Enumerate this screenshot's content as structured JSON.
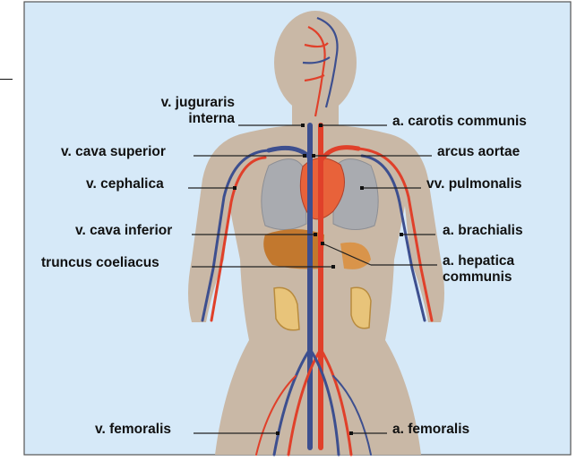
{
  "labels": {
    "v_jugularis": [
      "v. juguraris",
      "interna"
    ],
    "a_carotis": "a. carotis communis",
    "v_cava_superior": "v. cava superior",
    "arcus_aortae": "arcus aortae",
    "v_cephalica": "v. cephalica",
    "vv_pulmonalis": "vv. pulmonalis",
    "v_cava_inferior": "v. cava inferior",
    "a_brachialis": "a. brachialis",
    "truncus_coeliacus": "truncus coeliacus",
    "a_hepatica": [
      "a. hepatica",
      "communis"
    ],
    "v_femoralis": "v. femoralis",
    "a_femoralis": "a. femoralis"
  },
  "colors": {
    "panel": "#d6e9f8",
    "body": "#c9b8a6",
    "artery": "#e0402a",
    "vein": "#3d4f8f",
    "lung": "#a9abb0",
    "liver": "#c2782e",
    "heart": "#e8623a"
  }
}
